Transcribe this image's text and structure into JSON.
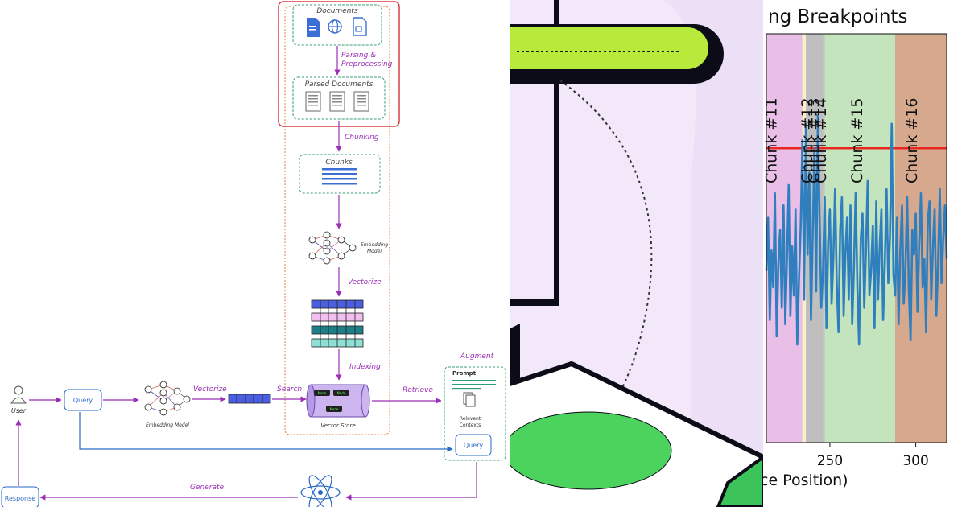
{
  "diagram": {
    "documents_label": "Documents",
    "parsing_label": "Parsing &",
    "preprocessing_label": "Preprocessing",
    "parsed_documents_label": "Parsed Documents",
    "chunking_label": "Chunking",
    "chunks_label": "Chunks",
    "embedding_model_top_label": "Embedding",
    "embedding_model_top_label2": "Model",
    "vectorize_top_label": "Vectorize",
    "indexing_label": "Indexing",
    "vector_store_label": "Vector Store",
    "node_label": "Node",
    "user_label": "User",
    "query_label": "Query",
    "embedding_model_label": "Embedding Model",
    "vectorize_label": "Vectorize",
    "search_label": "Search",
    "retrieve_label": "Retrieve",
    "augment_label": "Augment",
    "prompt_label": "Prompt",
    "relevent_label": "Relevent",
    "contexts_label": "Contexts",
    "query2_label": "Query",
    "generate_label": "Generate",
    "response_label": "Response"
  },
  "chart": {
    "title_fragment": "ng Breakpoints",
    "xlabel_fragment": "ce Position)",
    "chunk_labels": [
      "Chunk #11",
      "Chunk #12",
      "Chunk #13",
      "Chunk #14",
      "Chunk #15",
      "Chunk #16"
    ],
    "x_ticks": [
      "250",
      "300"
    ],
    "colors": {
      "line": "#2f7fbf",
      "threshold": "#e8261f",
      "region_11": "#e9bfe8",
      "region_12": "#f7f1c4",
      "region_13": "#bfbfbf",
      "region_15": "#c4e4bd",
      "region_16": "#d6a98f"
    }
  },
  "chart_data": {
    "type": "line",
    "title": "ng Breakpoints",
    "xlabel": "ce Position)",
    "xlim": [
      213,
      318
    ],
    "x_ticks": [
      250,
      300
    ],
    "threshold": 0.72,
    "regions": [
      {
        "name": "Chunk #11",
        "start": 213,
        "end": 234
      },
      {
        "name": "Chunk #12",
        "start": 234,
        "end": 236
      },
      {
        "name": "Chunk #13",
        "start": 236,
        "end": 246
      },
      {
        "name": "Chunk #14",
        "start": 246,
        "end": 247
      },
      {
        "name": "Chunk #15",
        "start": 247,
        "end": 288
      },
      {
        "name": "Chunk #16",
        "start": 288,
        "end": 318
      }
    ],
    "series": [
      {
        "x": [
          213,
          214,
          215,
          216,
          217,
          218,
          219,
          220,
          221,
          222,
          223,
          224,
          225,
          226,
          227,
          228,
          229,
          230,
          231,
          232,
          233,
          234,
          235,
          236,
          237,
          238,
          239,
          240,
          241,
          242,
          243,
          244,
          245,
          246,
          247,
          248,
          249,
          250,
          251,
          252,
          253,
          254,
          255,
          256,
          257,
          258,
          259,
          260,
          261,
          262,
          263,
          264,
          265,
          266,
          267,
          268,
          269,
          270,
          271,
          272,
          273,
          274,
          275,
          276,
          277,
          278,
          279,
          280,
          281,
          282,
          283,
          284,
          285,
          286,
          287,
          288,
          289,
          290,
          291,
          292,
          293,
          294,
          295,
          296,
          297,
          298,
          299,
          300,
          301,
          302,
          303,
          304,
          305,
          306,
          307,
          308,
          309,
          310,
          311,
          312,
          313,
          314,
          315,
          316,
          317,
          318
        ],
        "values": [
          0.42,
          0.55,
          0.3,
          0.47,
          0.38,
          0.61,
          0.26,
          0.44,
          0.52,
          0.33,
          0.58,
          0.29,
          0.45,
          0.63,
          0.31,
          0.48,
          0.36,
          0.57,
          0.24,
          0.4,
          0.53,
          0.74,
          0.35,
          0.78,
          0.46,
          0.66,
          0.3,
          0.51,
          0.72,
          0.37,
          0.8,
          0.55,
          0.33,
          0.42,
          0.6,
          0.28,
          0.49,
          0.57,
          0.34,
          0.45,
          0.62,
          0.39,
          0.27,
          0.52,
          0.6,
          0.31,
          0.46,
          0.55,
          0.35,
          0.58,
          0.29,
          0.43,
          0.61,
          0.38,
          0.24,
          0.5,
          0.56,
          0.33,
          0.47,
          0.64,
          0.36,
          0.42,
          0.53,
          0.28,
          0.59,
          0.35,
          0.48,
          0.57,
          0.3,
          0.44,
          0.62,
          0.39,
          0.51,
          0.78,
          0.41,
          0.36,
          0.55,
          0.29,
          0.47,
          0.58,
          0.34,
          0.43,
          0.6,
          0.37,
          0.25,
          0.52,
          0.46,
          0.56,
          0.32,
          0.49,
          0.61,
          0.38,
          0.45,
          0.27,
          0.54,
          0.59,
          0.35,
          0.48,
          0.57,
          0.31,
          0.44,
          0.62,
          0.39,
          0.5,
          0.58,
          0.45
        ]
      }
    ]
  }
}
